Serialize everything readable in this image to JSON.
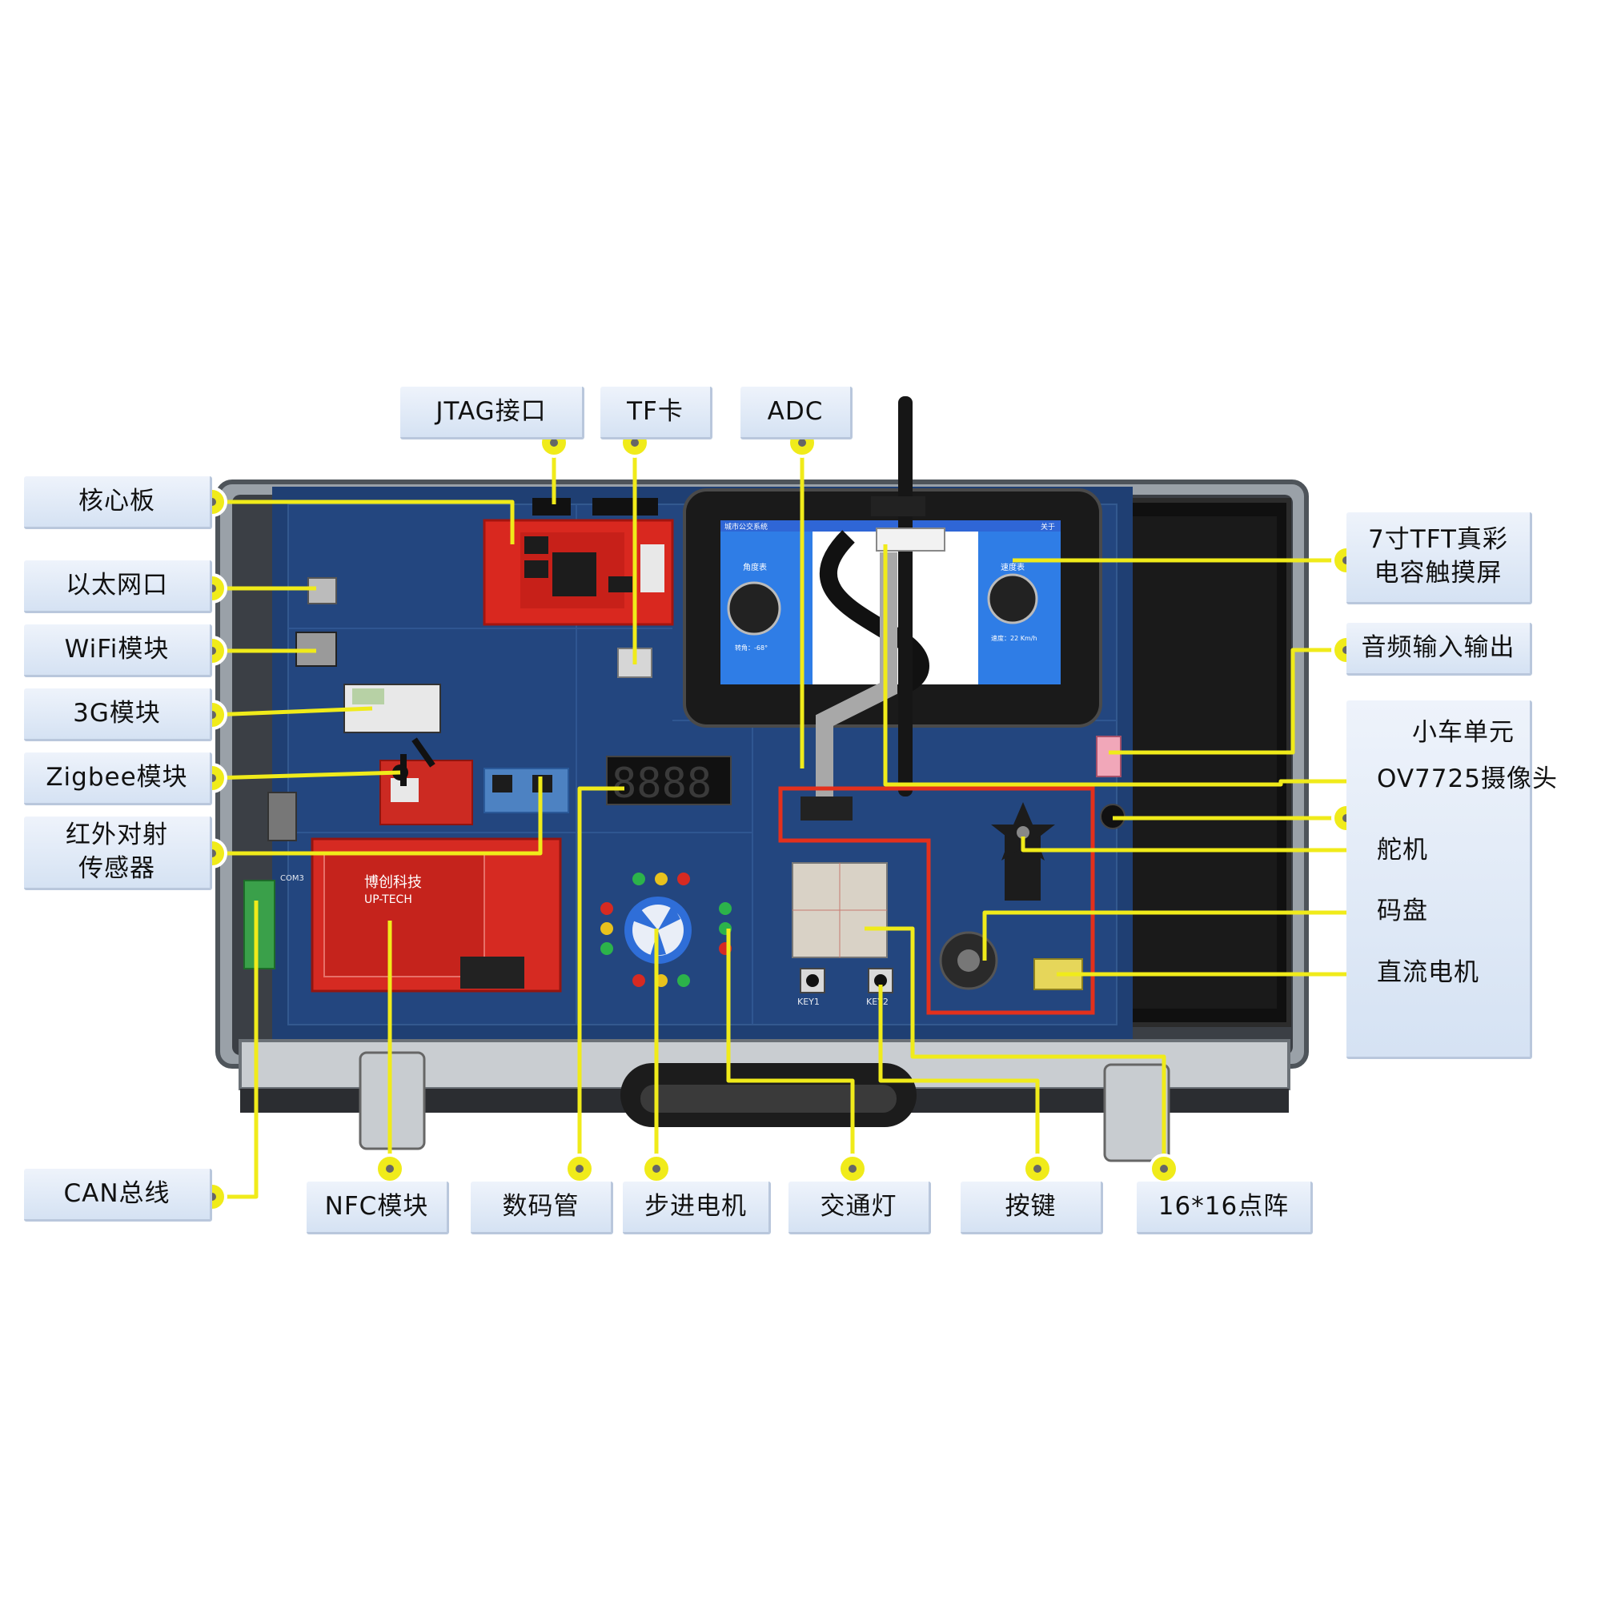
{
  "colors": {
    "leader": "#f0eb1a",
    "label_bg": "#dbe6f5",
    "board": "#1f3f73",
    "case_frame": "#8f959c",
    "highlight_box": "#e3301c"
  },
  "labels": {
    "core_board": "核心板",
    "ethernet": "以太网口",
    "wifi": "WiFi模块",
    "g3": "3G模块",
    "zigbee": "Zigbee模块",
    "ir_sensor": "红外对射\n传感器",
    "can_bus": "CAN总线",
    "jtag": "JTAG接口",
    "tf": "TF卡",
    "adc": "ADC",
    "touchscreen": "7寸TFT真彩\n电容触摸屏",
    "audio": "音频输入输出",
    "car_unit_title": "小车单元",
    "camera": "OV7725摄像头",
    "servo": "舵机",
    "encoder": "码盘",
    "dc_motor": "直流电机",
    "nfc": "NFC模块",
    "seven_seg": "数码管",
    "stepper": "步进电机",
    "traffic_light": "交通灯",
    "keys": "按键",
    "dot_matrix": "16*16点阵"
  },
  "board_text": {
    "nfc_brand_cn": "博创科技",
    "nfc_brand_en": "UP-TECH",
    "digits": "8888",
    "key1": "KEY1",
    "key2": "KEY2",
    "com3": "COM3",
    "screen_title": "城市公交系统",
    "screen_menu": "关于",
    "gauge_left_title": "角度表",
    "gauge_left_value": "转角：-68°",
    "gauge_right_title": "速度表",
    "gauge_right_value": "速度：22 Km/h"
  }
}
